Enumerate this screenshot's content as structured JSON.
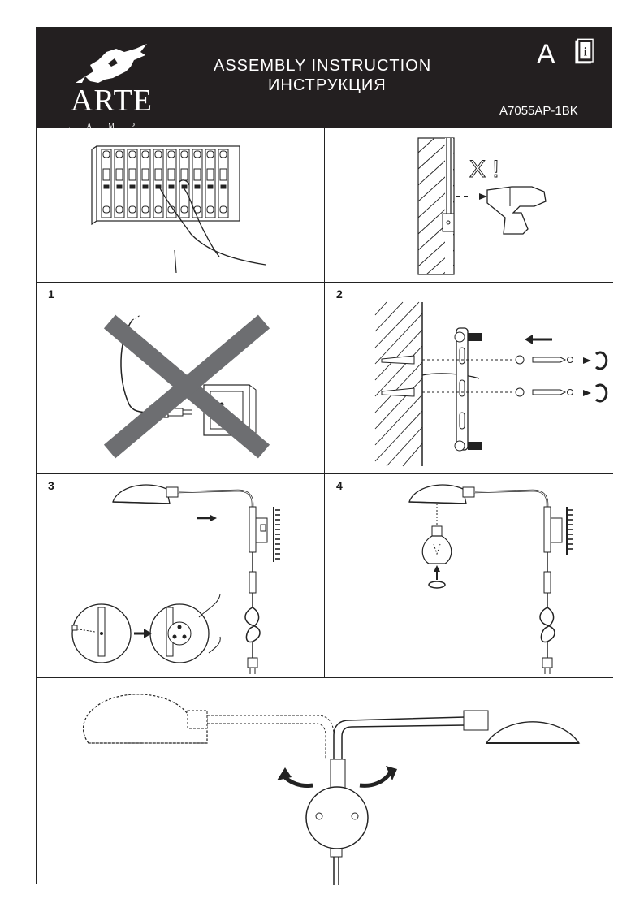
{
  "header": {
    "brand": "ARTE",
    "brand_sub": "LAMP",
    "title_en": "ASSEMBLY  INSTRUCTION",
    "title_ru": "ИНСТРУКЦИЯ",
    "letter": "A",
    "model": "A7055AP-1BK"
  },
  "steps": {
    "s1": "1",
    "s2": "2",
    "s3": "3",
    "s4": "4",
    "warning_mark": "X !"
  },
  "colors": {
    "header_bg": "#231f20",
    "cross": "#6d6e71"
  }
}
